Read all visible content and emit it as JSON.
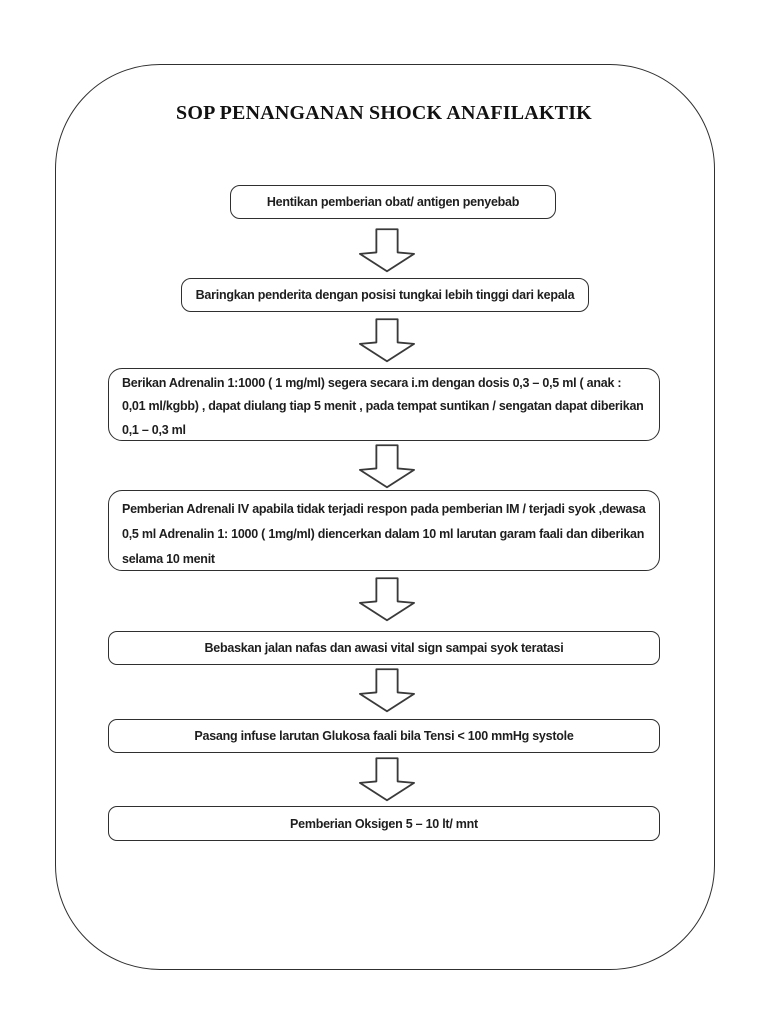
{
  "document": {
    "title": "SOP PENANGANAN SHOCK ANAFILAKTIK"
  },
  "flowchart": {
    "type": "flowchart",
    "direction": "top-down",
    "connector": "hollow-block-down-arrow",
    "steps": [
      {
        "id": 1,
        "shape": "rounded-rectangle",
        "text": "Hentikan pemberian obat/ antigen penyebab"
      },
      {
        "id": 2,
        "shape": "rounded-rectangle",
        "text": "Baringkan penderita dengan posisi tungkai lebih tinggi dari kepala"
      },
      {
        "id": 3,
        "shape": "rounded-rectangle",
        "text": "Berikan Adrenalin 1:1000 ( 1 mg/ml) segera secara i.m dengan dosis 0,3 – 0,5 ml ( anak : 0,01 ml/kgbb) , dapat diulang tiap 5 menit , pada tempat suntikan / sengatan dapat diberikan 0,1 – 0,3 ml"
      },
      {
        "id": 4,
        "shape": "rounded-rectangle",
        "text": "Pemberian Adrenali IV apabila tidak terjadi respon pada pemberian IM / terjadi syok ,dewasa 0,5 ml Adrenalin 1: 1000 ( 1mg/ml) diencerkan dalam 10 ml larutan garam faali dan diberikan selama 10 menit"
      },
      {
        "id": 5,
        "shape": "rounded-rectangle",
        "text": "Bebaskan jalan nafas dan awasi vital sign sampai syok teratasi"
      },
      {
        "id": 6,
        "shape": "rounded-rectangle",
        "text": "Pasang infuse larutan Glukosa faali bila Tensi < 100 mmHg systole"
      },
      {
        "id": 7,
        "shape": "rounded-rectangle",
        "text": "Pemberian Oksigen 5 – 10 lt/ mnt"
      }
    ]
  },
  "colors": {
    "background": "#ffffff",
    "line": "#2f2f2f",
    "text": "#1e1e1e",
    "title_text": "#111111"
  }
}
